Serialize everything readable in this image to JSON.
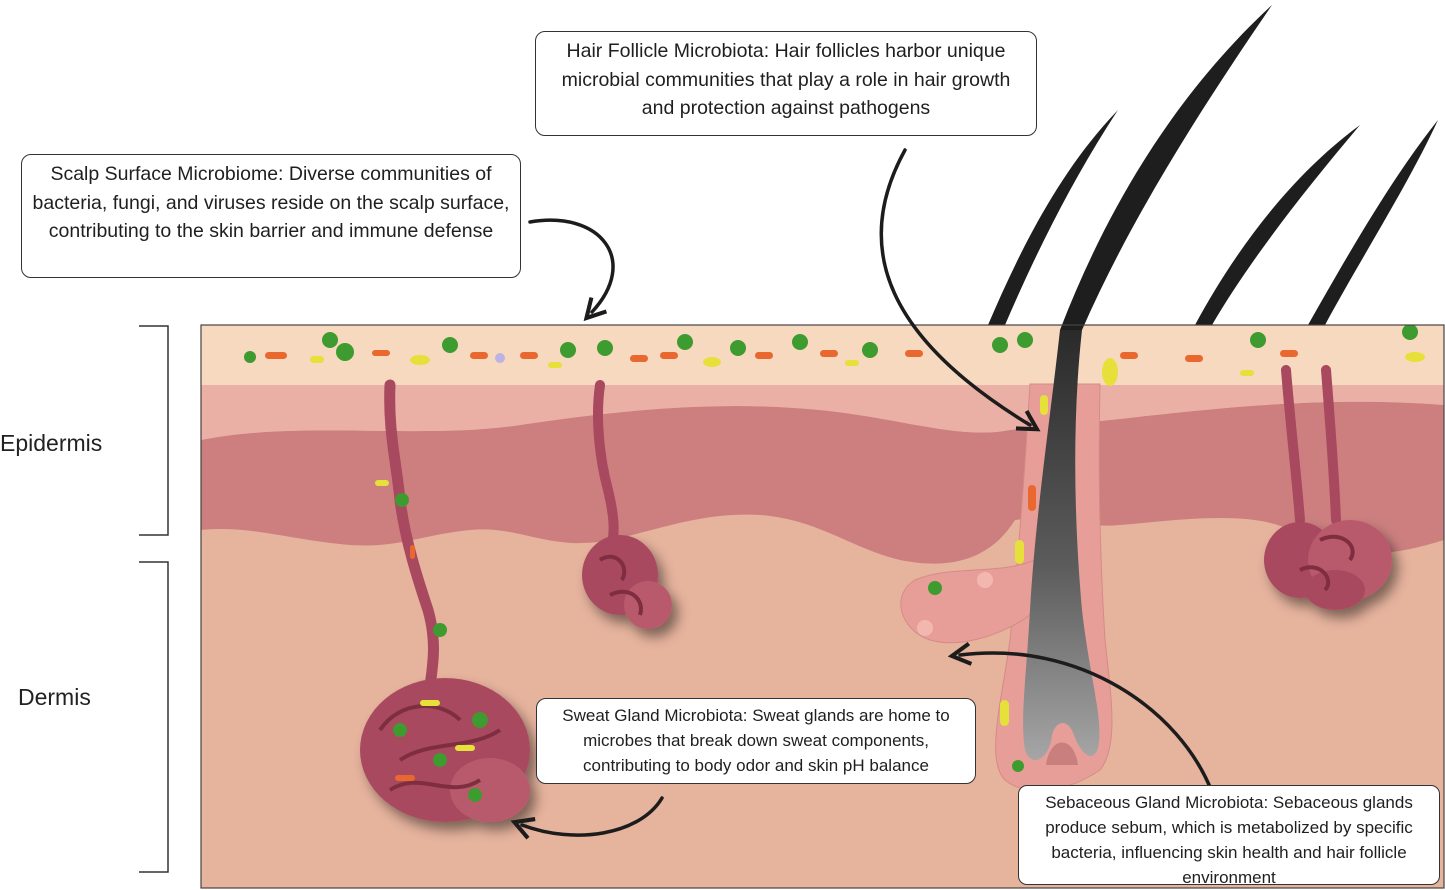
{
  "labels": {
    "epidermis": "Epidermis",
    "dermis": "Dermis"
  },
  "callouts": {
    "scalp_surface": "Scalp Surface Microbiome: Diverse communities of bacteria, fungi, and viruses reside on the scalp surface, contributing to the skin barrier and immune defense",
    "hair_follicle": "Hair Follicle Microbiota: Hair follicles harbor unique microbial communities that play a role in hair growth and protection against pathogens",
    "sweat_gland": "Sweat Gland Microbiota: Sweat glands are home to microbes that break down sweat components, contributing to body odor and skin pH balance",
    "sebaceous_gland": "Sebaceous Gland Microbiota: Sebaceous glands produce sebum, which is metabolized by specific bacteria, influencing skin health and hair follicle environment"
  },
  "colors": {
    "stratum_surface": "#f7d9c0",
    "epidermis_upper": "#eab0a6",
    "epidermis_lower": "#cd7f7f",
    "dermis": "#e6b39d",
    "gland": "#a8495f",
    "duct": "#b85a6c",
    "hair": "#1e1e1e",
    "green_microbe": "#3e9b2f",
    "orange_microbe": "#e9682f",
    "yellow_microbe": "#e6e03a",
    "lilac_microbe": "#bfb1e0"
  }
}
